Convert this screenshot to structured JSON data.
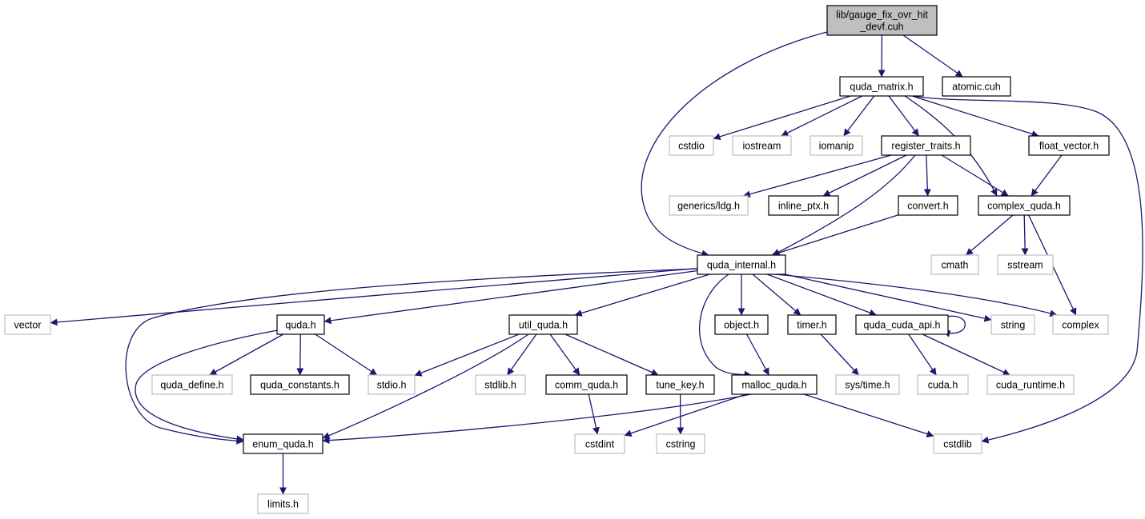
{
  "graph": {
    "nodes": [
      {
        "id": "root",
        "label": "lib/gauge_fix_ovr_hit\n_devf.cuh",
        "kind": "root"
      },
      {
        "id": "quda_matrix",
        "label": "quda_matrix.h",
        "kind": "doc"
      },
      {
        "id": "atomic",
        "label": "atomic.cuh",
        "kind": "doc"
      },
      {
        "id": "cstdio",
        "label": "cstdio",
        "kind": "ext"
      },
      {
        "id": "iostream",
        "label": "iostream",
        "kind": "ext"
      },
      {
        "id": "iomanip",
        "label": "iomanip",
        "kind": "ext"
      },
      {
        "id": "register_traits",
        "label": "register_traits.h",
        "kind": "doc"
      },
      {
        "id": "float_vector",
        "label": "float_vector.h",
        "kind": "doc"
      },
      {
        "id": "generics_ldg",
        "label": "generics/ldg.h",
        "kind": "ext"
      },
      {
        "id": "inline_ptx",
        "label": "inline_ptx.h",
        "kind": "doc"
      },
      {
        "id": "convert",
        "label": "convert.h",
        "kind": "doc"
      },
      {
        "id": "complex_quda",
        "label": "complex_quda.h",
        "kind": "doc"
      },
      {
        "id": "cmath",
        "label": "cmath",
        "kind": "ext"
      },
      {
        "id": "sstream",
        "label": "sstream",
        "kind": "ext"
      },
      {
        "id": "quda_internal",
        "label": "quda_internal.h",
        "kind": "doc"
      },
      {
        "id": "vector",
        "label": "vector",
        "kind": "ext"
      },
      {
        "id": "quda_h",
        "label": "quda.h",
        "kind": "doc"
      },
      {
        "id": "util_quda",
        "label": "util_quda.h",
        "kind": "doc"
      },
      {
        "id": "object",
        "label": "object.h",
        "kind": "doc"
      },
      {
        "id": "timer",
        "label": "timer.h",
        "kind": "doc"
      },
      {
        "id": "quda_cuda_api",
        "label": "quda_cuda_api.h",
        "kind": "doc"
      },
      {
        "id": "string",
        "label": "string",
        "kind": "ext"
      },
      {
        "id": "complex",
        "label": "complex",
        "kind": "ext"
      },
      {
        "id": "quda_define",
        "label": "quda_define.h",
        "kind": "ext"
      },
      {
        "id": "quda_constants",
        "label": "quda_constants.h",
        "kind": "doc"
      },
      {
        "id": "stdio",
        "label": "stdio.h",
        "kind": "ext"
      },
      {
        "id": "stdlib",
        "label": "stdlib.h",
        "kind": "ext"
      },
      {
        "id": "comm_quda",
        "label": "comm_quda.h",
        "kind": "doc"
      },
      {
        "id": "tune_key",
        "label": "tune_key.h",
        "kind": "doc"
      },
      {
        "id": "malloc_quda",
        "label": "malloc_quda.h",
        "kind": "doc"
      },
      {
        "id": "sys_time",
        "label": "sys/time.h",
        "kind": "ext"
      },
      {
        "id": "cuda_h",
        "label": "cuda.h",
        "kind": "ext"
      },
      {
        "id": "cuda_runtime",
        "label": "cuda_runtime.h",
        "kind": "ext"
      },
      {
        "id": "enum_quda",
        "label": "enum_quda.h",
        "kind": "doc"
      },
      {
        "id": "cstdint",
        "label": "cstdint",
        "kind": "ext"
      },
      {
        "id": "cstring",
        "label": "cstring",
        "kind": "ext"
      },
      {
        "id": "cstdlib",
        "label": "cstdlib",
        "kind": "ext"
      },
      {
        "id": "limits",
        "label": "limits.h",
        "kind": "ext"
      }
    ],
    "edges": [
      [
        "root",
        "quda_matrix"
      ],
      [
        "root",
        "atomic"
      ],
      [
        "root",
        "quda_internal"
      ],
      [
        "quda_matrix",
        "cstdio"
      ],
      [
        "quda_matrix",
        "iostream"
      ],
      [
        "quda_matrix",
        "iomanip"
      ],
      [
        "quda_matrix",
        "register_traits"
      ],
      [
        "quda_matrix",
        "complex_quda"
      ],
      [
        "quda_matrix",
        "float_vector"
      ],
      [
        "quda_matrix",
        "cstdlib"
      ],
      [
        "register_traits",
        "generics_ldg"
      ],
      [
        "register_traits",
        "inline_ptx"
      ],
      [
        "register_traits",
        "quda_internal"
      ],
      [
        "register_traits",
        "convert"
      ],
      [
        "register_traits",
        "complex_quda"
      ],
      [
        "float_vector",
        "complex_quda"
      ],
      [
        "convert",
        "quda_internal"
      ],
      [
        "complex_quda",
        "cmath"
      ],
      [
        "complex_quda",
        "sstream"
      ],
      [
        "complex_quda",
        "complex"
      ],
      [
        "quda_internal",
        "vector"
      ],
      [
        "quda_internal",
        "enum_quda"
      ],
      [
        "quda_internal",
        "quda_h"
      ],
      [
        "quda_internal",
        "util_quda"
      ],
      [
        "quda_internal",
        "malloc_quda"
      ],
      [
        "quda_internal",
        "object"
      ],
      [
        "quda_internal",
        "timer"
      ],
      [
        "quda_internal",
        "quda_cuda_api"
      ],
      [
        "quda_internal",
        "string"
      ],
      [
        "quda_internal",
        "complex"
      ],
      [
        "quda_h",
        "enum_quda"
      ],
      [
        "quda_h",
        "quda_define"
      ],
      [
        "quda_h",
        "quda_constants"
      ],
      [
        "quda_h",
        "stdio"
      ],
      [
        "util_quda",
        "stdio"
      ],
      [
        "util_quda",
        "enum_quda"
      ],
      [
        "util_quda",
        "stdlib"
      ],
      [
        "util_quda",
        "comm_quda"
      ],
      [
        "util_quda",
        "tune_key"
      ],
      [
        "object",
        "malloc_quda"
      ],
      [
        "timer",
        "sys_time"
      ],
      [
        "quda_cuda_api",
        "quda_cuda_api"
      ],
      [
        "quda_cuda_api",
        "cuda_h"
      ],
      [
        "quda_cuda_api",
        "cuda_runtime"
      ],
      [
        "comm_quda",
        "cstdint"
      ],
      [
        "tune_key",
        "cstring"
      ],
      [
        "malloc_quda",
        "enum_quda"
      ],
      [
        "malloc_quda",
        "cstdint"
      ],
      [
        "malloc_quda",
        "cstdlib"
      ],
      [
        "enum_quda",
        "limits"
      ]
    ]
  },
  "colors": {
    "edge": "#191970",
    "doc_border": "#000000",
    "ext_border": "#bfbfbf",
    "root_fill": "#bfbfbf",
    "text": "#000000"
  }
}
